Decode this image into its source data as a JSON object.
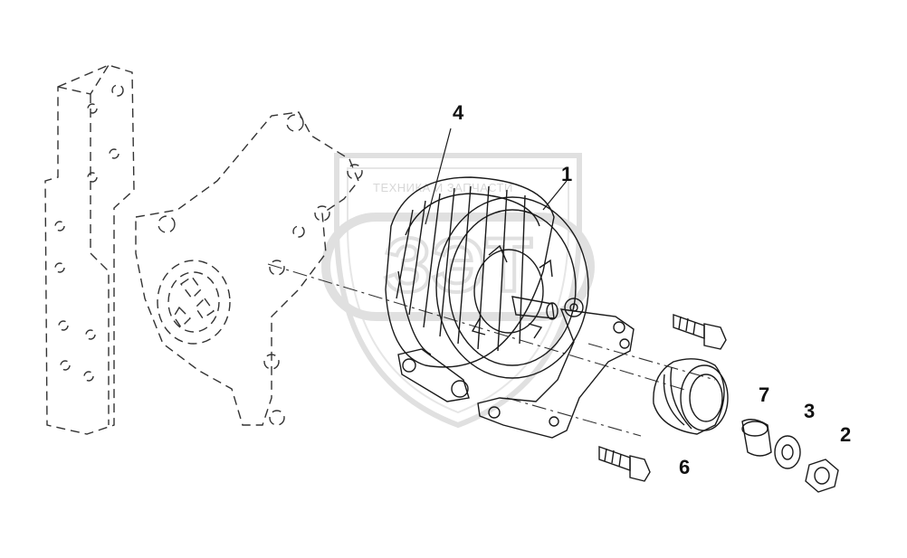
{
  "watermark": {
    "text": "ТЕХНИКА И ЗАПЧАСТИ",
    "logo": "ЗЭТ",
    "color": "#c4c4c4"
  },
  "callouts": [
    {
      "id": "1",
      "label": "1"
    },
    {
      "id": "2",
      "label": "2"
    },
    {
      "id": "3",
      "label": "3"
    },
    {
      "id": "4",
      "label": "4"
    },
    {
      "id": "6",
      "label": "6"
    },
    {
      "id": "7",
      "label": "7"
    }
  ],
  "colors": {
    "line": "#1a1a1a",
    "background": "#ffffff"
  }
}
